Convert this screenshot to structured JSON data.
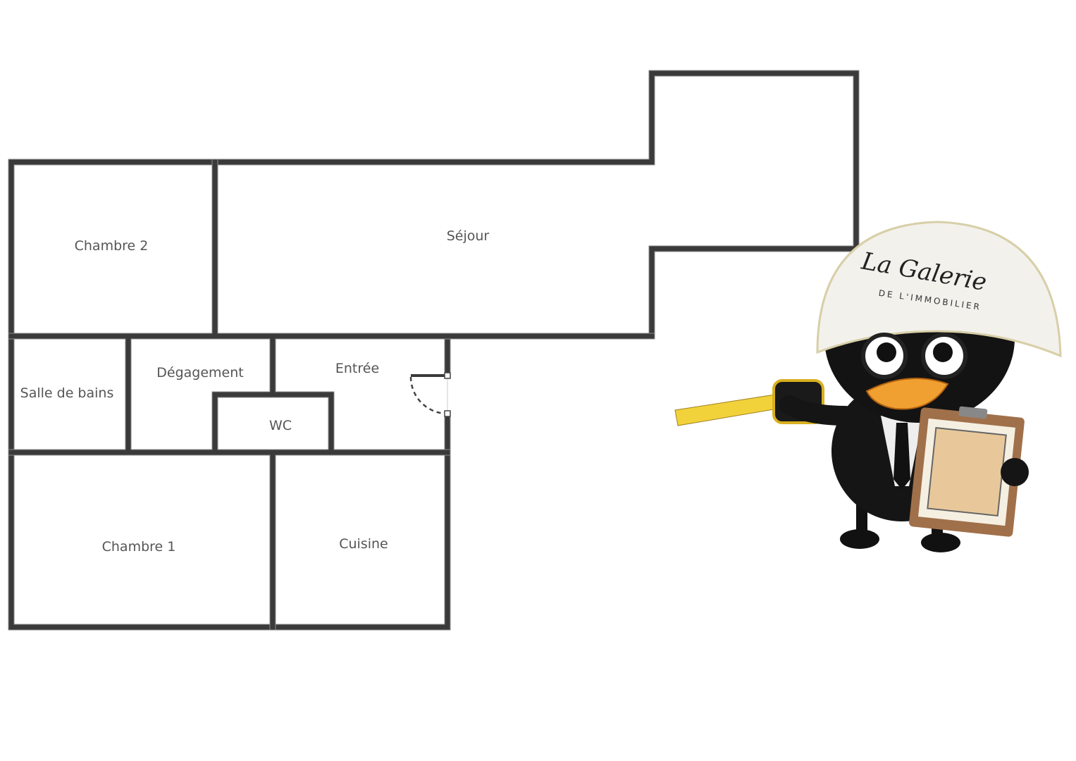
{
  "floor_plan": {
    "rooms": [
      {
        "id": "chambre-2",
        "label": "Chambre 2"
      },
      {
        "id": "sejour",
        "label": "Séjour"
      },
      {
        "id": "salle-de-bains",
        "label": "Salle de bains"
      },
      {
        "id": "degagement",
        "label": "Dégagement"
      },
      {
        "id": "entree",
        "label": "Entrée"
      },
      {
        "id": "wc",
        "label": "WC"
      },
      {
        "id": "chambre-1",
        "label": "Chambre 1"
      },
      {
        "id": "cuisine",
        "label": "Cuisine"
      }
    ]
  },
  "logo": {
    "script": "La Galerie",
    "subtitle": "DE L'IMMOBILIER"
  },
  "colors": {
    "wall": "#3a3a3a",
    "beak": "#f0a030",
    "tape": "#f2d23a",
    "clipboard": "#a0704a"
  }
}
